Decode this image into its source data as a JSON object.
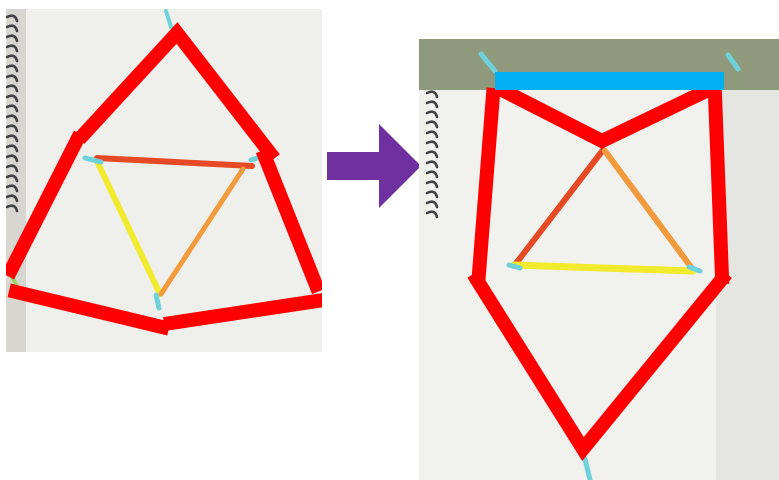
{
  "scene": {
    "left_photo": {
      "semantic": "sketchbook-with-triangle-and-red-pentagon-overlay",
      "colors": {
        "paper": "#efefeb",
        "shadow": "#d7d6d1",
        "spiral": "#3f4145",
        "overlay": "#ff0000",
        "straw_red": "#e64a24",
        "straw_yellow": "#f2ea2d",
        "straw_orange": "#f39a3c",
        "connector": "#6fd2db"
      }
    },
    "arrow": {
      "semantic": "transformation-arrow",
      "color": "#7030a0"
    },
    "right_photo": {
      "semantic": "sketchbook-with-triangle-and-red-net-overlay",
      "colors": {
        "paper": "#f1f1ee",
        "background": "#8f9a7d",
        "spiral": "#3f4145",
        "overlay": "#ff0000",
        "top_bar": "#00b0f0",
        "straw_red": "#e64a24",
        "straw_yellow": "#f2ea2d",
        "straw_orange": "#f39a3c",
        "connector": "#6fd2db"
      }
    }
  }
}
